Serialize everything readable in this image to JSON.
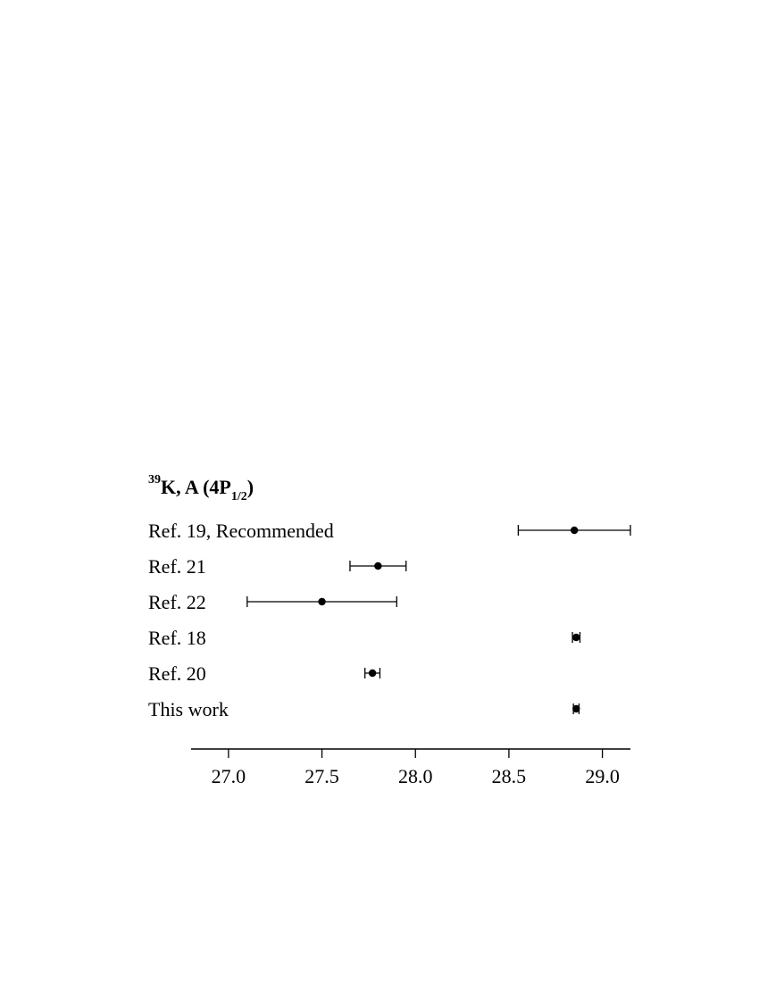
{
  "chart_data": {
    "type": "scatter",
    "title": {
      "isotope_mass": "39",
      "main": "K, A (4P",
      "subscript": "1/2",
      "close": ")"
    },
    "xlabel": "",
    "ylabel": "",
    "xlim": [
      26.8,
      29.15
    ],
    "xticks": [
      "27.0",
      "27.5",
      "28.0",
      "28.5",
      "29.0"
    ],
    "xtick_values": [
      27.0,
      27.5,
      28.0,
      28.5,
      29.0
    ],
    "grid": false,
    "error_bars": true,
    "series": [
      {
        "label": "Ref. 19, Recommended",
        "value": 28.85,
        "err_low": 28.55,
        "err_high": 29.15
      },
      {
        "label": "Ref. 21",
        "value": 27.8,
        "err_low": 27.65,
        "err_high": 27.95
      },
      {
        "label": "Ref. 22",
        "value": 27.5,
        "err_low": 27.1,
        "err_high": 27.9
      },
      {
        "label": "Ref. 18",
        "value": 28.86,
        "err_low": 28.84,
        "err_high": 28.88
      },
      {
        "label": "Ref. 20",
        "value": 27.77,
        "err_low": 27.73,
        "err_high": 27.81
      },
      {
        "label": "This work",
        "value": 28.86,
        "err_low": 28.845,
        "err_high": 28.875
      }
    ]
  }
}
